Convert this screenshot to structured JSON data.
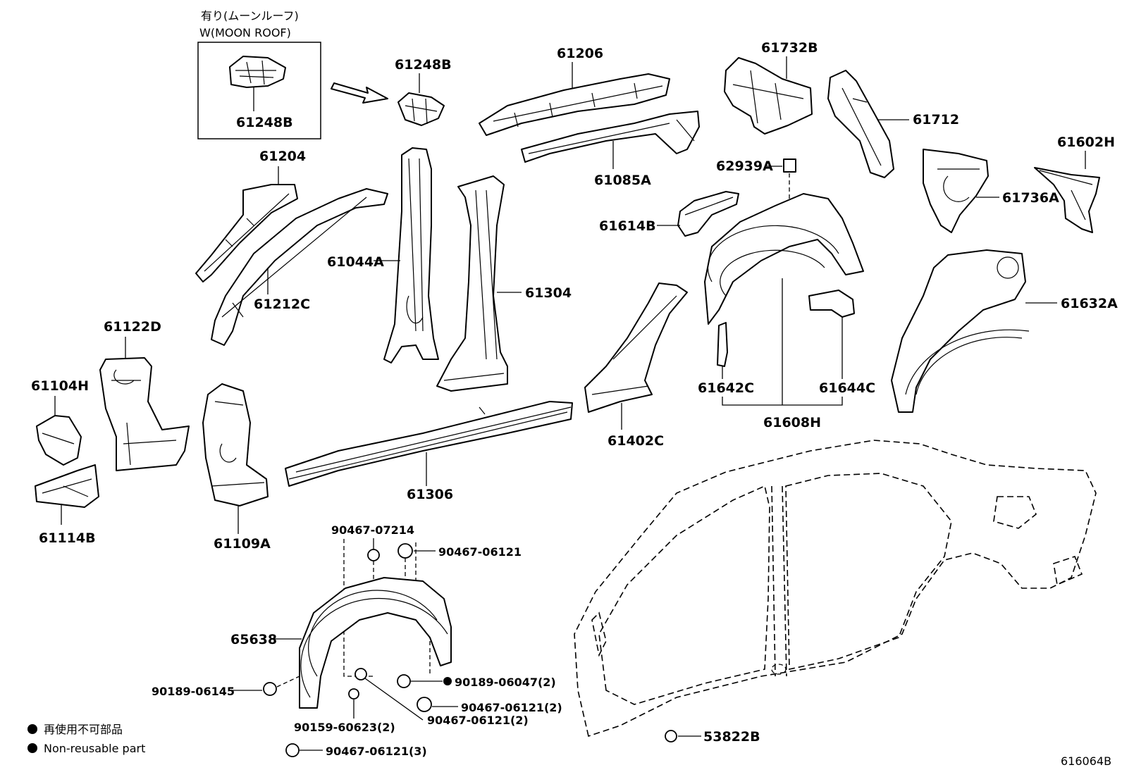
{
  "diagram": {
    "moonroof_note_jp": "有り(ムーンルーフ)",
    "moonroof_note_en": "W(MOON ROOF)",
    "diagram_id": "616064B",
    "legend": {
      "jp": "再使用不可部品",
      "en": "Non-reusable part"
    },
    "parts": {
      "p61248B_box": "61248B",
      "p61248B": "61248B",
      "p61206": "61206",
      "p61085A": "61085A",
      "p61732B": "61732B",
      "p61712": "61712",
      "p61602H": "61602H",
      "p61736A": "61736A",
      "p61204": "61204",
      "p61212C": "61212C",
      "p61044A": "61044A",
      "p61304": "61304",
      "p62939A": "62939A",
      "p61614B": "61614B",
      "p61632A": "61632A",
      "p61122D": "61122D",
      "p61104H": "61104H",
      "p61114B": "61114B",
      "p61109A": "61109A",
      "p61306": "61306",
      "p61402C": "61402C",
      "p61642C": "61642C",
      "p61644C": "61644C",
      "p61608H": "61608H",
      "p90467_07214": "90467-07214",
      "p90467_06121_a": "90467-06121",
      "p65638": "65638",
      "p90189_06145": "90189-06145",
      "p90189_06047": "90189-06047(2)",
      "p90467_06121_b": "90467-06121(2)",
      "p90467_06121_c": "90467-06121(2)",
      "p90159_60623": "90159-60623(2)",
      "p90467_06121_d": "90467-06121(3)",
      "p53822B": "53822B"
    }
  }
}
